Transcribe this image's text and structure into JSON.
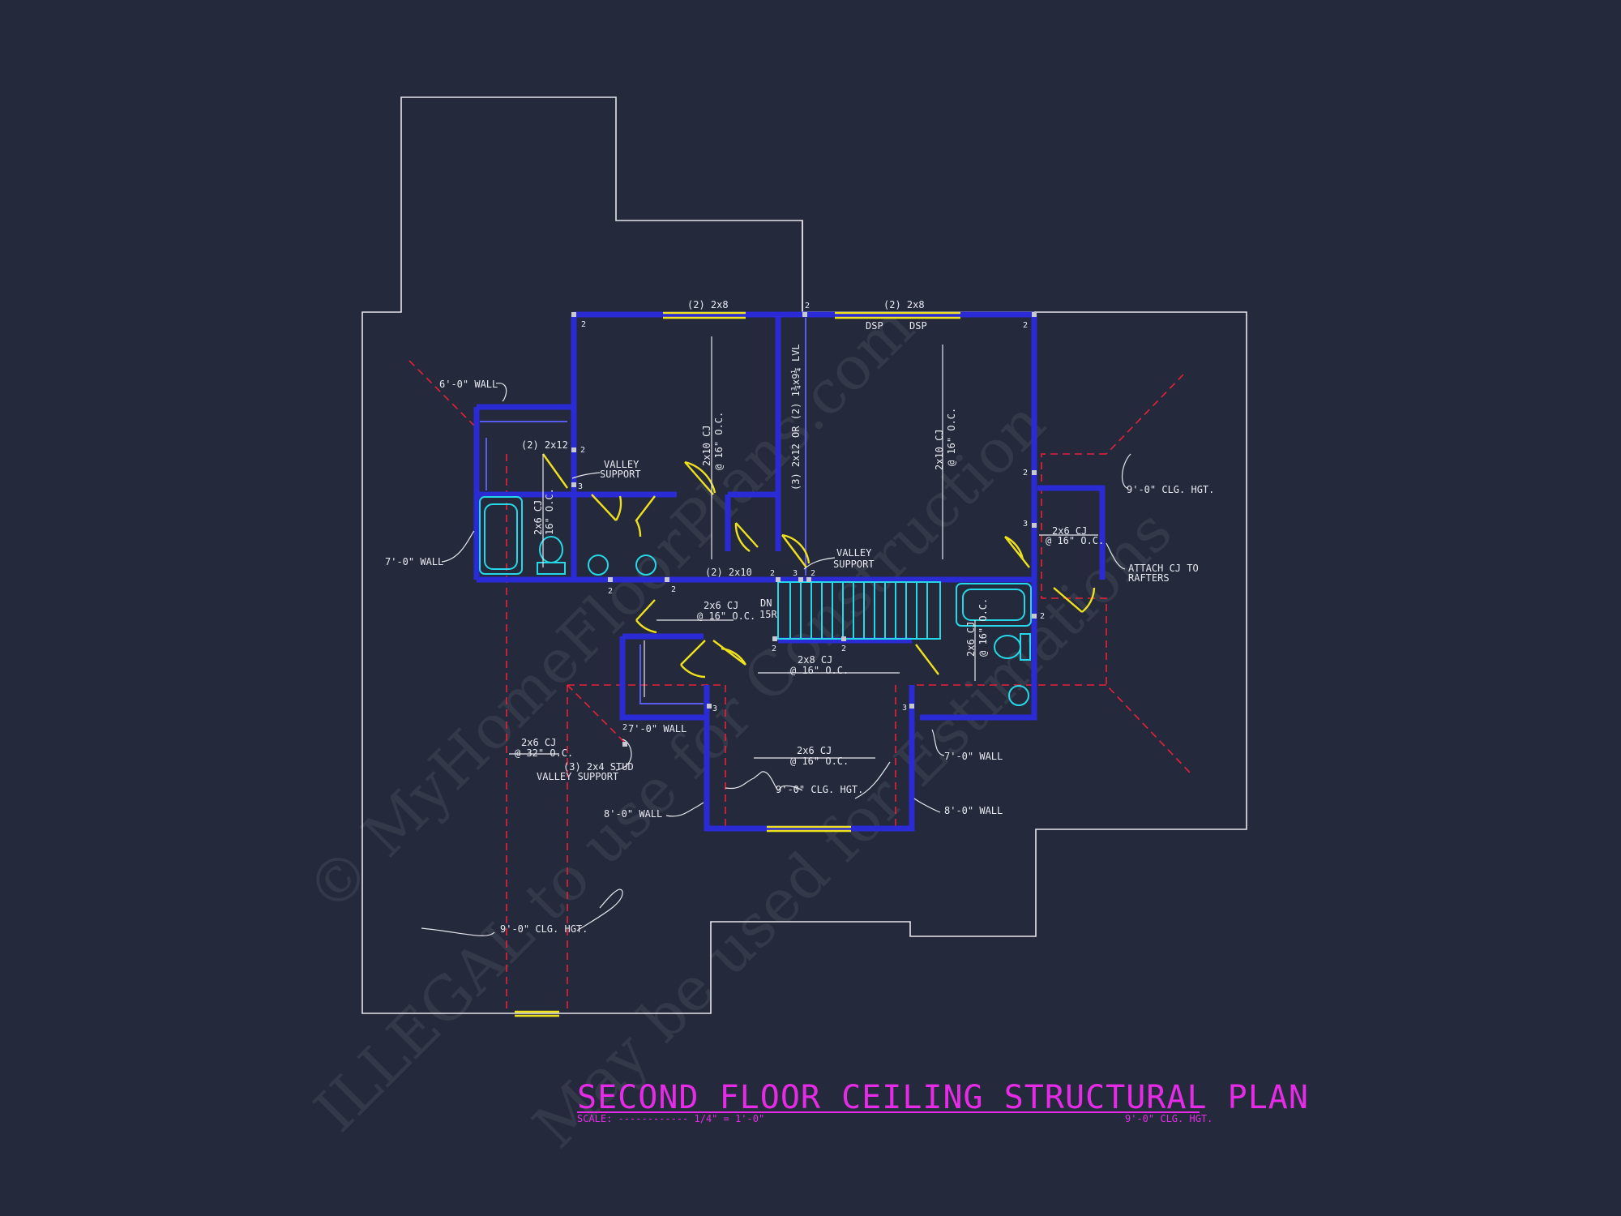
{
  "title": "SECOND FLOOR CEILING STRUCTURAL PLAN",
  "scale_label": "SCALE: ------------ 1/4\" = 1'-0\"",
  "title_ceiling_note": "9'-0\" CLG. HGT.",
  "watermark": {
    "line1": "© MyHomeFloorPlans.com",
    "line2": "ILLEGAL to use for Construction",
    "line3": "May be used for Estimations"
  },
  "labels": {
    "six_wall": "6'-0\" WALL",
    "seven_wall_left": "7'-0\" WALL",
    "two_2x12": "(2) 2x12",
    "valley_support_a_1": "VALLEY",
    "valley_support_a_2": "SUPPORT",
    "cj_2x6_vert_1": "2x6 CJ",
    "cj_2x6_vert_2": "16\" O.C.",
    "two_2x8_left": "(2) 2x8",
    "two_2x8_right": "(2) 2x8",
    "dsp_1": "DSP",
    "dsp_2": "DSP",
    "cj_2x10_left_1": "2x10 CJ",
    "cj_2x10_left_2": "@ 16\" O.C.",
    "lvl_beam": "(3) 2x12 OR (2) 1¾x9¼ LVL",
    "cj_2x10_right_1": "2x10 CJ",
    "cj_2x10_right_2": "@ 16\" O.C.",
    "clg_right": "9'-0\" CLG. HGT.",
    "cj_2x6_right_1": "2x6 CJ",
    "cj_2x6_right_2": "@ 16\" O.C.",
    "attach_1": "ATTACH CJ TO",
    "attach_2": "RAFTERS",
    "valley_support_b_1": "VALLEY",
    "valley_support_b_2": "SUPPORT",
    "two_2x10": "(2) 2x10",
    "cj_2x6_hall_1": "2x6 CJ",
    "cj_2x6_hall_2": "@ 16\" O.C.",
    "dn": "DN",
    "risers": "15R",
    "cj_2x8_1": "2x8 CJ",
    "cj_2x8_2": "@ 16\" O.C.",
    "cj_2x6_bath_1": "2x6 CJ",
    "cj_2x6_bath_2": "@ 16\" O.C.",
    "seven_wall_mid": "7'-0\" WALL",
    "seven_wall_right": "7'-0\" WALL",
    "cj_2x6_32_1": "2x6 CJ",
    "cj_2x6_32_2": "@ 32\" O.C.",
    "stud_1": "(3) 2x4 STUD",
    "stud_2": "VALLEY SUPPORT",
    "cj_2x6_bonus_1": "2x6 CJ",
    "cj_2x6_bonus_2": "@ 16\" O.C.",
    "clg_bonus": "9'-0\" CLG. HGT.",
    "eight_wall_left": "8'-0\" WALL",
    "eight_wall_right": "8'-0\" WALL",
    "clg_bottom": "9'-0\" CLG. HGT."
  },
  "post_marks": {
    "p1": "2",
    "p2": "2",
    "p3": "2",
    "p4": "2",
    "p5": "3",
    "p6": "2",
    "p7": "3",
    "p8": "2",
    "p9": "3",
    "p10": "2",
    "p11": "2",
    "p12": "2",
    "p13": "2",
    "p14": "2",
    "p15": "2",
    "p16": "2",
    "p17": "3",
    "p18": "3"
  },
  "colors": {
    "background": "#242a3b",
    "outline": "#e6e6ee",
    "walls": "#2b2bd6",
    "hidden_lines": "#e8213a",
    "headers_doors": "#f0e11d",
    "fixtures": "#25d8e8",
    "title": "#e62be6"
  }
}
